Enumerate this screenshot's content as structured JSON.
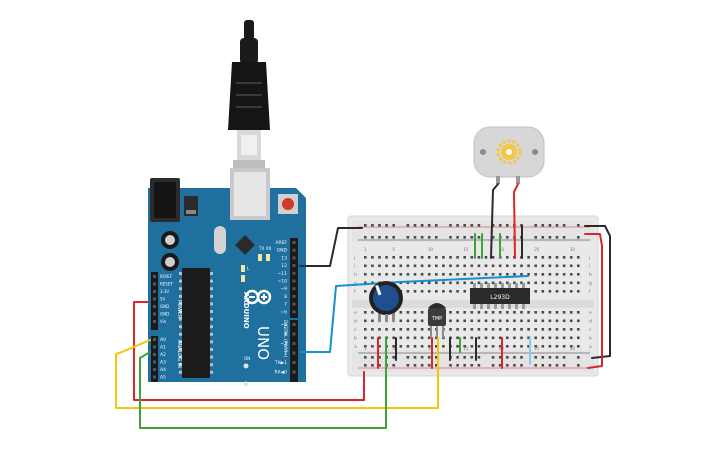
{
  "arduino": {
    "brand": "ARDUINO",
    "model": "UNO",
    "on_label": "ON",
    "power_header_label": "POWER",
    "analog_header_label": "ANALOG IN",
    "digital_header_label": "DIGITAL (PWM~)",
    "led_labels": [
      "TX",
      "RX",
      "L"
    ],
    "power_pins": [
      "IOREF",
      "RESET",
      "3.3V",
      "5V",
      "GND",
      "GND",
      "Vin"
    ],
    "analog_pins": [
      "A0",
      "A1",
      "A2",
      "A3",
      "A4",
      "A5"
    ],
    "digital_pins": [
      "AREF",
      "GND",
      "13",
      "12",
      "~11",
      "~10",
      "~9",
      "8",
      "7",
      "~6",
      "~5",
      "4",
      "~3",
      "2",
      "TX▶1",
      "RX◀0"
    ]
  },
  "breadboard": {
    "row_letters_top": [
      "j",
      "i",
      "h",
      "g",
      "f"
    ],
    "row_letters_bottom": [
      "e",
      "d",
      "c",
      "b",
      "a"
    ],
    "column_numbers": [
      "1",
      "5",
      "10",
      "15",
      "20",
      "25",
      "30"
    ]
  },
  "components": {
    "ic_label": "L293D",
    "sensor_label": "TMP"
  },
  "colors": {
    "board_blue": "#1f6f9f",
    "wire_red": "#d9262b",
    "wire_black": "#2a2a2a",
    "wire_green": "#3aa535",
    "wire_yellow": "#f2c80f",
    "wire_blue": "#1a8fd1",
    "wire_lightblue": "#7fd0ef"
  }
}
